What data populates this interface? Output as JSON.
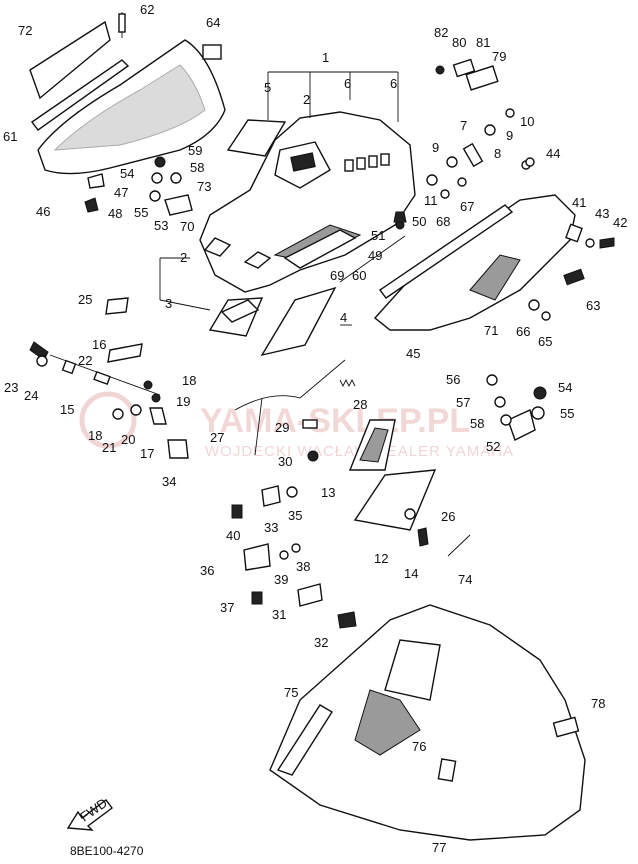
{
  "figure_code": "8BE100-4270",
  "fwd_label": "FWD",
  "watermark": {
    "main": "YAMA-SKLEP.PL",
    "sub": "WOJDECKI WACŁAW DEALER YAMAHA"
  },
  "callouts": [
    "1",
    "2",
    "2",
    "3",
    "4",
    "5",
    "6",
    "6",
    "7",
    "8",
    "9",
    "9",
    "10",
    "11",
    "12",
    "13",
    "14",
    "15",
    "16",
    "17",
    "18",
    "18",
    "19",
    "20",
    "21",
    "22",
    "23",
    "24",
    "25",
    "26",
    "27",
    "28",
    "29",
    "30",
    "31",
    "32",
    "33",
    "34",
    "35",
    "36",
    "37",
    "38",
    "39",
    "40",
    "41",
    "42",
    "43",
    "44",
    "45",
    "46",
    "47",
    "48",
    "49",
    "50",
    "51",
    "52",
    "53",
    "54",
    "54",
    "55",
    "55",
    "56",
    "57",
    "58",
    "58",
    "59",
    "60",
    "61",
    "62",
    "63",
    "64",
    "65",
    "66",
    "67",
    "68",
    "69",
    "70",
    "71",
    "72",
    "73",
    "74",
    "75",
    "76",
    "77",
    "78",
    "79",
    "80",
    "81",
    "82"
  ]
}
